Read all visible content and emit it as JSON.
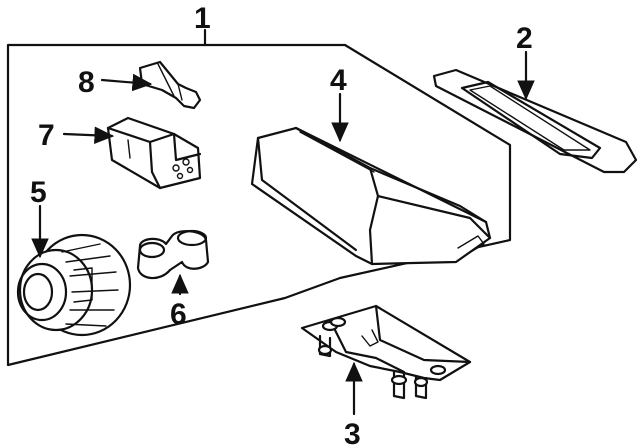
{
  "callouts": [
    {
      "id": "1",
      "label": "1"
    },
    {
      "id": "2",
      "label": "2"
    },
    {
      "id": "3",
      "label": "3"
    },
    {
      "id": "4",
      "label": "4"
    },
    {
      "id": "5",
      "label": "5"
    },
    {
      "id": "6",
      "label": "6"
    },
    {
      "id": "7",
      "label": "7"
    },
    {
      "id": "8",
      "label": "8"
    }
  ],
  "colors": {
    "ink": "#111111",
    "background": "#ffffff"
  }
}
